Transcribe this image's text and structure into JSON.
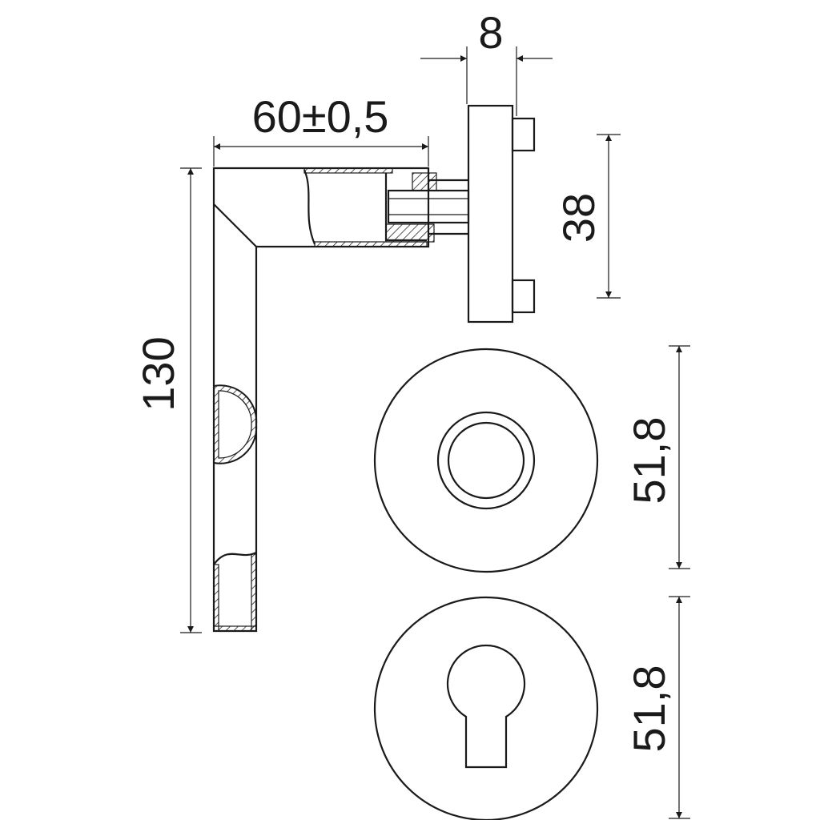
{
  "drawing": {
    "title": "Door lever handle on round rose - dimensioned drawing",
    "dimensions": {
      "rose_thickness": "8",
      "lever_projection": "60±0,5",
      "rose_pin_spacing": "38",
      "lever_length": "130",
      "rose_diameter_top": "51,8",
      "rose_diameter_bottom": "51,8"
    },
    "line_color": "#1a1a1a"
  }
}
